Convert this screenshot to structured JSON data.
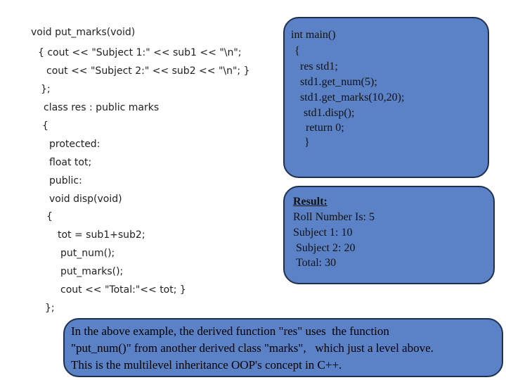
{
  "code_left": {
    "lines": [
      "void put_marks(void)",
      "{ cout << \"Subject 1:\" << sub1 << \"\\n\";",
      "cout << \"Subject 2:\" << sub2 << \"\\n\"; }",
      "};",
      "class res : public marks",
      "{",
      "protected:",
      "float tot;",
      "public:",
      "void disp(void)",
      "{",
      "tot = sub1+sub2;",
      "put_num();",
      "put_marks();",
      "cout << \"Total:\"<< tot; }",
      "};"
    ]
  },
  "main_box": {
    "lines": [
      "int main()",
      "{",
      "res std1;",
      "std1.get_num(5);",
      "std1.get_marks(10,20);",
      "std1.disp();",
      "return 0;",
      "}"
    ]
  },
  "result_box": {
    "title": "Result:",
    "lines": [
      "Roll Number Is: 5",
      "Subject 1: 10",
      "Subject 2: 20",
      "Total: 30"
    ]
  },
  "note": {
    "lines": [
      "In the above example, the derived function \"res\" uses  the function",
      "\"put_num()\" from another derived class \"marks\",   which just a level above.",
      "This is the multilevel inheritance OOP's concept in C++."
    ]
  },
  "colors": {
    "box_fill": "#5b82c6",
    "box_border": "#1f2f4f"
  }
}
